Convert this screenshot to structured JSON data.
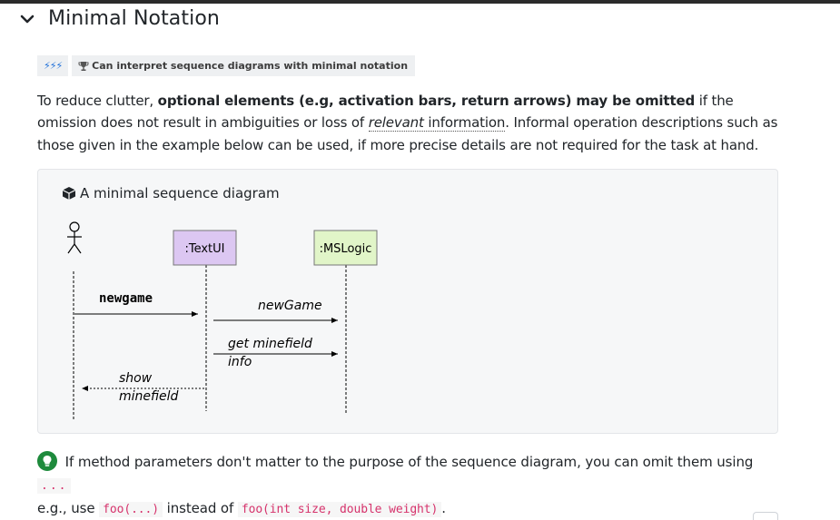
{
  "section": {
    "title": "Minimal Notation",
    "level_icons": "⚡⚡⚡",
    "outcome_tag": "Can interpret sequence diagrams with minimal notation"
  },
  "paragraph": {
    "part1": "To reduce clutter, ",
    "bold": "optional elements (e.g, activation bars, return arrows) may be omitted",
    "part2": " if the omission does not result in ambiguities or loss of ",
    "relevant": "relevant",
    "information": " information",
    "part3": ". Informal operation descriptions such as those given in the example below can be used, if more precise details are not required for the task at hand."
  },
  "panel": {
    "title": "A minimal sequence diagram"
  },
  "diagram": {
    "participants": [
      ":TextUI",
      ":MSLogic"
    ],
    "messages": {
      "m1": "newgame",
      "m2": "newGame",
      "m3_line1": "get minefield",
      "m3_line2": "info",
      "m4_line1": "show",
      "m4_line2": "minefield"
    },
    "colors": {
      "textui_fill": "#dcc7f2",
      "mslogic_fill": "#e1f5c8"
    }
  },
  "tip": {
    "text1": "If method parameters don't matter to the purpose of the sequence diagram, you can omit them using",
    "code_dots": "...",
    "text2": "e.g., use",
    "code_short": "foo(...)",
    "text3": "instead of",
    "code_full": "foo(int size, double weight)",
    "text4": "."
  }
}
